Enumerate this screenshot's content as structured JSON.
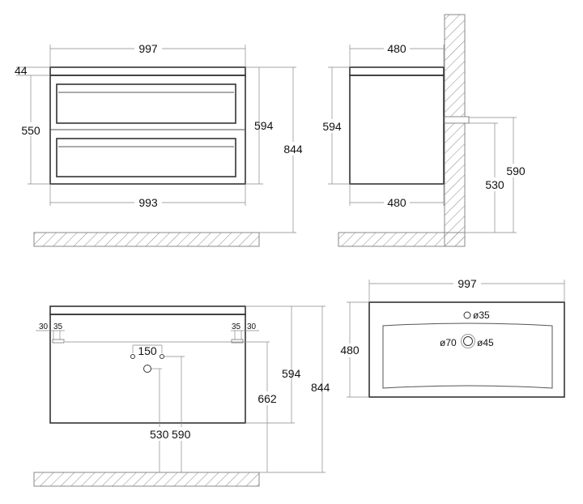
{
  "front_view": {
    "width_top": "997",
    "top_thickness": "44",
    "body_height": "550",
    "height": "594",
    "total_height": "844",
    "width_bottom": "993"
  },
  "side_view": {
    "depth_top": "480",
    "height": "594",
    "depth_bottom": "480",
    "bracket_height_upper": "590",
    "bracket_height_lower": "530"
  },
  "rear_view": {
    "edge_left": "30",
    "bracket_left": "35",
    "bracket_right": "35",
    "edge_right": "30",
    "tap_spacing": "150",
    "height": "594",
    "bracket_height": "662",
    "total_height": "844",
    "drain_height": "530",
    "tap_height": "590"
  },
  "top_view": {
    "width": "997",
    "depth": "480",
    "tap_hole": "ø35",
    "overflow_outer": "ø70",
    "drain": "ø45"
  }
}
